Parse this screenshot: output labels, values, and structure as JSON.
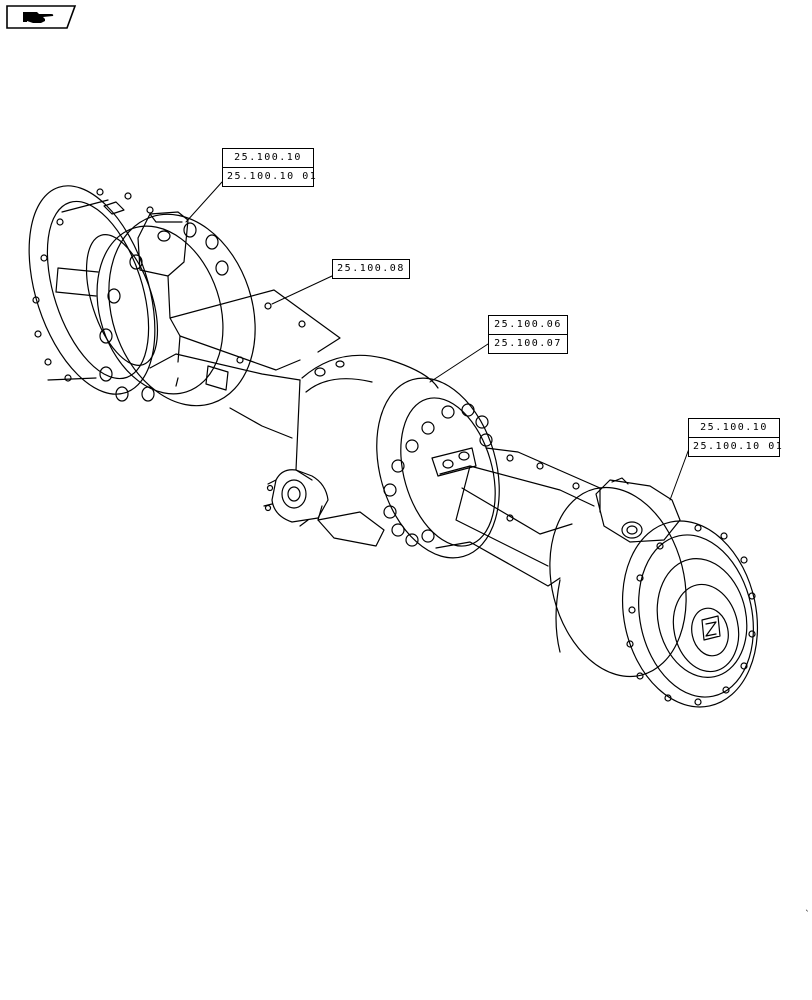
{
  "callouts": {
    "top_left": {
      "rows": [
        "25.100.10",
        "25.100.10 01"
      ]
    },
    "middle_left": {
      "rows": [
        "25.100.08"
      ]
    },
    "center": {
      "rows": [
        "25.100.06",
        "25.100.07"
      ]
    },
    "right": {
      "rows": [
        "25.100.10",
        "25.100.10 01"
      ]
    }
  },
  "nav": {
    "icon": "hand-pointer-icon"
  },
  "corner": {
    "mark": "`"
  },
  "colors": {
    "line": "#000000",
    "background": "#ffffff"
  }
}
